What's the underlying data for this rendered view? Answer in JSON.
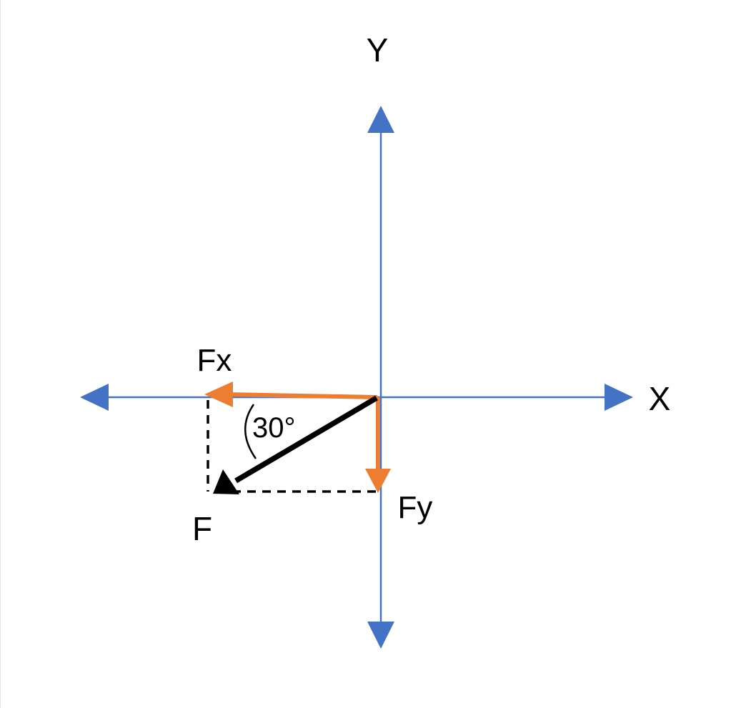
{
  "labels": {
    "y_axis": "Y",
    "x_axis": "X",
    "fx": "Fx",
    "fy": "Fy",
    "f": "F",
    "angle": "30°"
  },
  "colors": {
    "axis": "#4472C4",
    "component": "#ED7D31",
    "force": "#000000",
    "guide": "#000000"
  },
  "icons": {
    "axis_arrowhead": "triangle-arrowhead",
    "force_arrowhead": "triangle-arrowhead"
  }
}
